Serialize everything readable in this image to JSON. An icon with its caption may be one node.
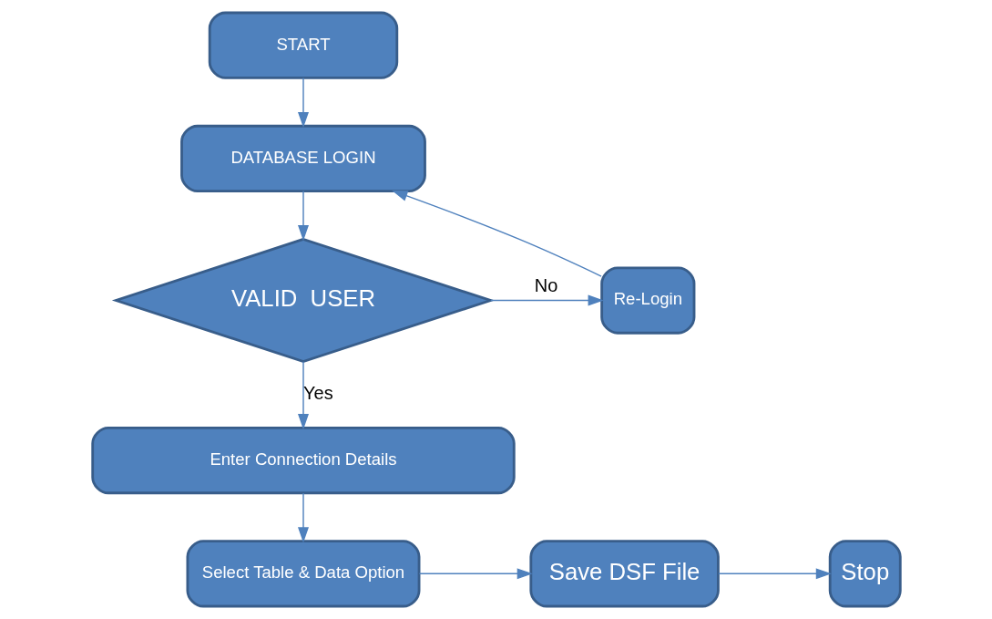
{
  "diagram": {
    "nodes": [
      {
        "text": [
          "START"
        ]
      },
      {
        "text": [
          "DATABASE LOGIN"
        ]
      },
      {
        "text": [
          "VALID  USER"
        ]
      },
      {
        "text": [
          "Re-Login"
        ]
      },
      {
        "text": [
          "Enter Connection Details"
        ]
      },
      {
        "text": [
          "Select Table & Data Option"
        ]
      },
      {
        "text": [
          "Save DSF File"
        ]
      },
      {
        "text": [
          "Stop"
        ]
      }
    ],
    "edges": [
      {
        "from": 0,
        "to": 1,
        "arrow": "to"
      },
      {
        "from": 1,
        "to": 2,
        "arrow": "to"
      },
      {
        "from": 2,
        "to": 3,
        "arrow": "to",
        "label": "No"
      },
      {
        "from": 3,
        "to": 1,
        "arrow": "to"
      },
      {
        "from": 2,
        "to": 4,
        "arrow": "to",
        "label": "Yes"
      },
      {
        "from": 4,
        "to": 5,
        "arrow": "to"
      },
      {
        "from": 5,
        "to": 6,
        "arrow": "to"
      },
      {
        "from": 6,
        "to": 7,
        "arrow": "to"
      }
    ]
  }
}
